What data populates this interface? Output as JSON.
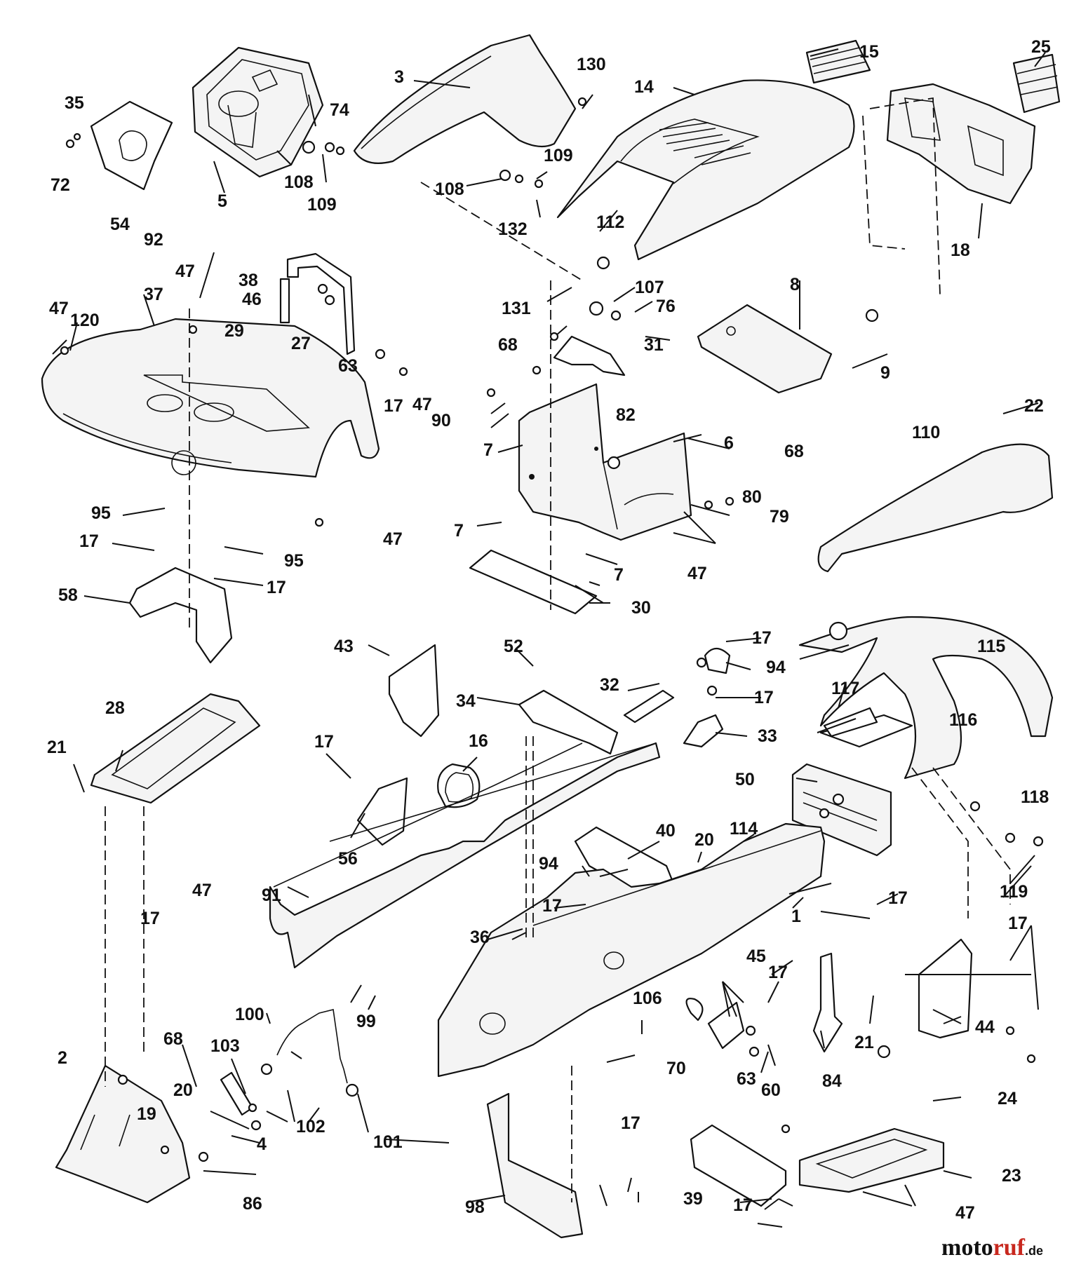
{
  "diagram": {
    "callouts": [
      "1",
      "2",
      "3",
      "4",
      "5",
      "6",
      "7",
      "8",
      "9",
      "14",
      "15",
      "16",
      "17",
      "18",
      "19",
      "20",
      "21",
      "22",
      "23",
      "24",
      "25",
      "27",
      "28",
      "29",
      "30",
      "31",
      "32",
      "33",
      "34",
      "35",
      "36",
      "37",
      "38",
      "39",
      "40",
      "43",
      "44",
      "45",
      "46",
      "47",
      "50",
      "52",
      "54",
      "56",
      "58",
      "60",
      "63",
      "68",
      "70",
      "72",
      "74",
      "76",
      "79",
      "80",
      "82",
      "84",
      "86",
      "90",
      "91",
      "92",
      "94",
      "95",
      "98",
      "99",
      "100",
      "101",
      "102",
      "103",
      "106",
      "107",
      "108",
      "109",
      "110",
      "112",
      "114",
      "115",
      "116",
      "117",
      "118",
      "119",
      "120",
      "130",
      "131",
      "132"
    ]
  },
  "watermark": {
    "part_a": "moto",
    "part_b": "ruf",
    "part_c": ".de"
  }
}
